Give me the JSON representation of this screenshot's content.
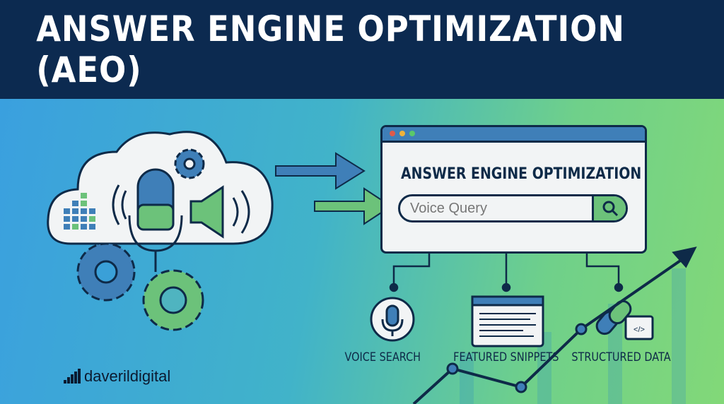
{
  "title": "ANSWER ENGINE OPTIMIZATION (AEO)",
  "browser": {
    "heading": "ANSWER ENGINE OPTIMIZATION",
    "search_value": "Voice Query",
    "dots": [
      "#e05a4a",
      "#f0b23a",
      "#5ac86a"
    ]
  },
  "features": [
    {
      "label": "VOICE SEARCH",
      "icon": "microphone-icon"
    },
    {
      "label": "FEATURED SNIPPETS",
      "icon": "document-icon"
    },
    {
      "label": "STRUCTURED DATA",
      "icon": "link-code-icon"
    }
  ],
  "brand": "daverildigital",
  "colors": {
    "navy": "#0c2a50",
    "blue": "#3f7fb8",
    "green": "#6cc27a"
  }
}
